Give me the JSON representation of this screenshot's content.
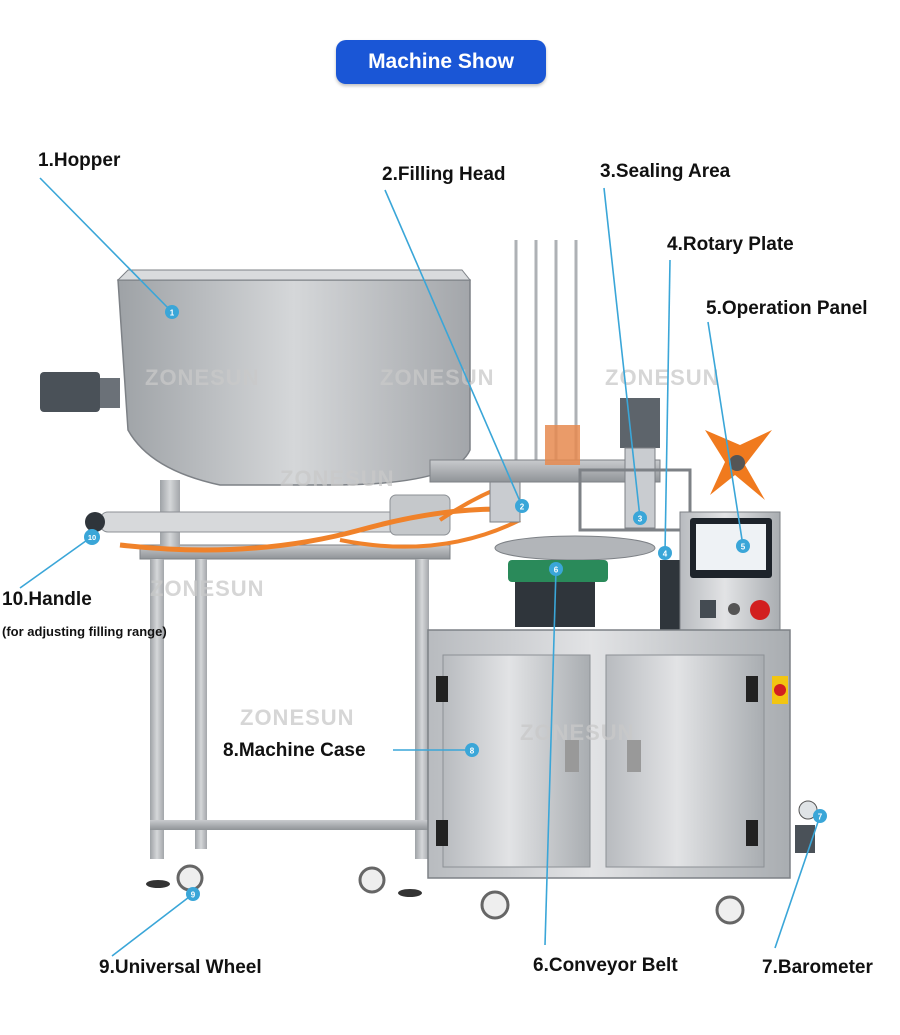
{
  "header": {
    "title": "Machine Show"
  },
  "brand": {
    "watermark": "ZONESUN"
  },
  "labels": [
    {
      "text": "1.Hopper"
    },
    {
      "text": "2.Filling Head"
    },
    {
      "text": "3.Sealing Area"
    },
    {
      "text": "4.Rotary Plate"
    },
    {
      "text": "5.Operation Panel"
    },
    {
      "text": "10.Handle"
    },
    {
      "text": "(for adjusting filling range)"
    },
    {
      "text": "8.Machine Case"
    },
    {
      "text": "9.Universal Wheel"
    },
    {
      "text": "6.Conveyor Belt"
    },
    {
      "text": "7.Barometer"
    }
  ],
  "markers": [
    "1",
    "2",
    "3",
    "4",
    "5",
    "6",
    "7",
    "8",
    "9",
    "10"
  ],
  "colors": {
    "title_bg": "#1a56d6",
    "callout": "#3aa6d8",
    "steel": "#b9bcc0",
    "hose": "#f0822a",
    "knob": "#f07a1e"
  }
}
